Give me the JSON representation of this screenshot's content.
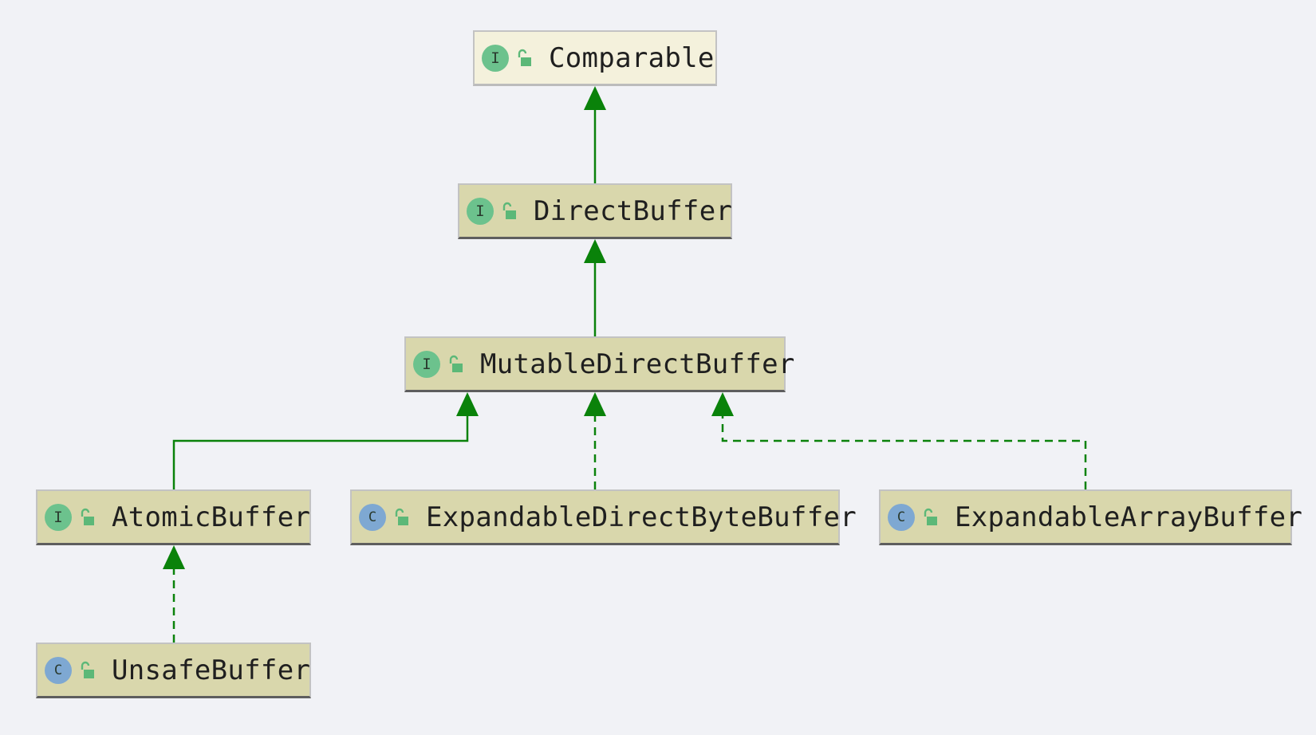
{
  "diagram": {
    "nodes": [
      {
        "id": "comparable",
        "name": "Comparable",
        "kind": "interface",
        "kind_letter": "I",
        "visibility": "public",
        "icon": "interface-icon"
      },
      {
        "id": "direct-buffer",
        "name": "DirectBuffer",
        "kind": "interface",
        "kind_letter": "I",
        "visibility": "public",
        "icon": "interface-icon"
      },
      {
        "id": "mutable-direct-buffer",
        "name": "MutableDirectBuffer",
        "kind": "interface",
        "kind_letter": "I",
        "visibility": "public",
        "icon": "interface-icon"
      },
      {
        "id": "atomic-buffer",
        "name": "AtomicBuffer",
        "kind": "interface",
        "kind_letter": "I",
        "visibility": "public",
        "icon": "interface-icon"
      },
      {
        "id": "expandable-direct-byte-buffer",
        "name": "ExpandableDirectByteBuffer",
        "kind": "class",
        "kind_letter": "C",
        "visibility": "public",
        "icon": "class-icon"
      },
      {
        "id": "expandable-array-buffer",
        "name": "ExpandableArrayBuffer",
        "kind": "class",
        "kind_letter": "C",
        "visibility": "public",
        "icon": "class-icon"
      },
      {
        "id": "unsafe-buffer",
        "name": "UnsafeBuffer",
        "kind": "class",
        "kind_letter": "C",
        "visibility": "public",
        "icon": "class-icon"
      }
    ],
    "edges": [
      {
        "from": "direct-buffer",
        "to": "comparable",
        "type": "extends"
      },
      {
        "from": "mutable-direct-buffer",
        "to": "direct-buffer",
        "type": "extends"
      },
      {
        "from": "atomic-buffer",
        "to": "mutable-direct-buffer",
        "type": "extends"
      },
      {
        "from": "expandable-direct-byte-buffer",
        "to": "mutable-direct-buffer",
        "type": "implements"
      },
      {
        "from": "expandable-array-buffer",
        "to": "mutable-direct-buffer",
        "type": "implements"
      },
      {
        "from": "unsafe-buffer",
        "to": "atomic-buffer",
        "type": "implements"
      }
    ],
    "colors": {
      "background": "#f1f2f6",
      "node_fill": "#d9d7ac",
      "root_fill": "#f4f1dc",
      "edge": "#0a820a",
      "interface_badge": "#6cc28d",
      "class_badge": "#7ea8d2",
      "lock": "#5cb878"
    }
  }
}
